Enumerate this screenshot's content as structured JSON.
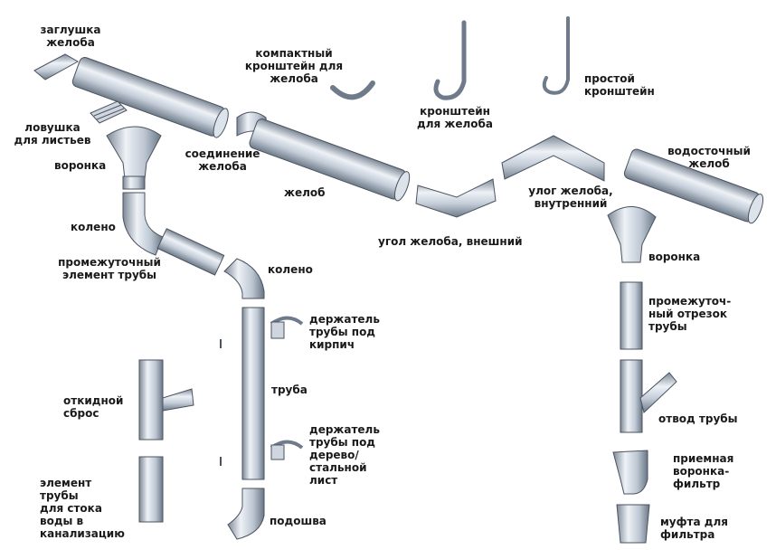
{
  "labels": {
    "gutter_cap": "заглушка\nжелоба",
    "leaf_trap": "ловушка\nдля листьев",
    "funnel_left": "воронка",
    "elbow_top": "колено",
    "intermediate_pipe": "промежуточный\nэлемент трубы",
    "compact_bracket": "компактный\nкронштейн для\nжелоба",
    "gutter_bracket": "кронштейн\nдля желоба",
    "simple_bracket": "простой\nкронштейн",
    "gutter_connector": "соединение\nжелоба",
    "gutter": "желоб",
    "drain_gutter": "водосточный\nжелоб",
    "inner_corner": "улог желоба,\nвнутренний",
    "outer_corner": "угол желоба, внешний",
    "elbow_mid": "колено",
    "brick_holder": "держатель\nтрубы под\nкирпич",
    "pipe": "труба",
    "wood_holder": "держатель\nтрубы под\nдерево/\nстальной\nлист",
    "shoe": "подошва",
    "flap_drop": "откидной\nсброс",
    "sewer_pipe": "элемент\nтрубы\nдля стока\nводы в\nканализацию",
    "funnel_right": "воронка",
    "intermediate_segment": "промежуточ-\nный отрезок\nтрубы",
    "pipe_branch": "отвод трубы",
    "filter_funnel": "приемная\nворонка-\nфильтр",
    "filter_coupling": "муфта для\nфильтра"
  },
  "colors": {
    "metal_light": "#e6ebf2",
    "metal_mid": "#b8c2cf",
    "metal_dark": "#6f7b8a",
    "outline": "#4a5360",
    "text": "#1a1a1a"
  }
}
